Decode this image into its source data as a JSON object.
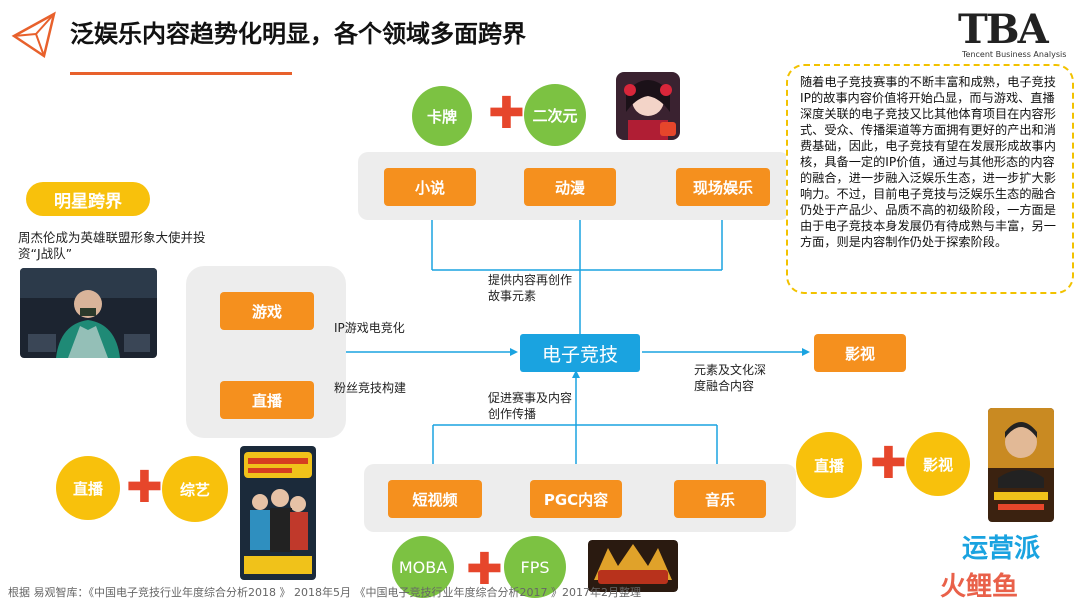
{
  "header": {
    "title": "泛娱乐内容趋势化明显，各个领域多面跨界",
    "logo_mark": "TBA",
    "logo_sub": "Tencent Business Analysis"
  },
  "top_group": {
    "circle_left": "卡牌",
    "circle_right": "二次元",
    "items": [
      "小说",
      "动漫",
      "现场娱乐"
    ]
  },
  "left_group": {
    "items": [
      "游戏",
      "直播"
    ]
  },
  "center": {
    "label": "电子竞技"
  },
  "right_target": {
    "label": "影视"
  },
  "bottom_group": {
    "items": [
      "短视频",
      "PGC内容",
      "音乐"
    ],
    "circle_left": "MOBA",
    "circle_right": "FPS"
  },
  "edge_labels": {
    "top": "提供内容再创作故事元素",
    "ip_game": "IP游戏电竞化",
    "fan": "粉丝竞技构建",
    "right": "元素及文化深度融合内容",
    "bottom": "促进赛事及内容创作传播"
  },
  "star": {
    "pill": "明星跨界",
    "caption": "周杰伦成为英雄联盟形象大使并投资“J战队”"
  },
  "bottom_left": {
    "circle_left": "直播",
    "circle_right": "综艺"
  },
  "bottom_right": {
    "circle_left": "直播",
    "circle_right": "影视"
  },
  "note": {
    "text": "随着电子竞技赛事的不断丰富和成熟，电子竞技IP的故事内容价值将开始凸显，而与游戏、直播深度关联的电子竞技又比其他体育项目在内容形式、受众、传播渠道等方面拥有更好的产出和消费基础，因此，电子竞技有望在发展形成故事内核，具备一定的IP价值，通过与其他形态的内容的融合，进一步融入泛娱乐生态，进一步扩大影响力。不过，目前电子竞技与泛娱乐生态的融合仍处于产品少、品质不高的初级阶段，一方面是由于电子竞技本身发展仍有待成熟与丰富，另一方面，则是内容制作仍处于探索阶段。"
  },
  "source": {
    "text": "根据 易观智库：《中国电子竞技行业年度综合分析2018 》 2018年5月 《中国电子竞技行业年度综合分析2017 》2017年2月整理"
  },
  "watermark": {
    "top": "运营派",
    "bottom": "火鲤鱼"
  },
  "colors": {
    "orange": "#f5901e",
    "blue": "#1aa3e0",
    "green": "#7cc242",
    "yellow": "#f8c10c",
    "red_plus": "#e6462b",
    "gray_box": "#ededed",
    "note_border": "#f2c200"
  }
}
